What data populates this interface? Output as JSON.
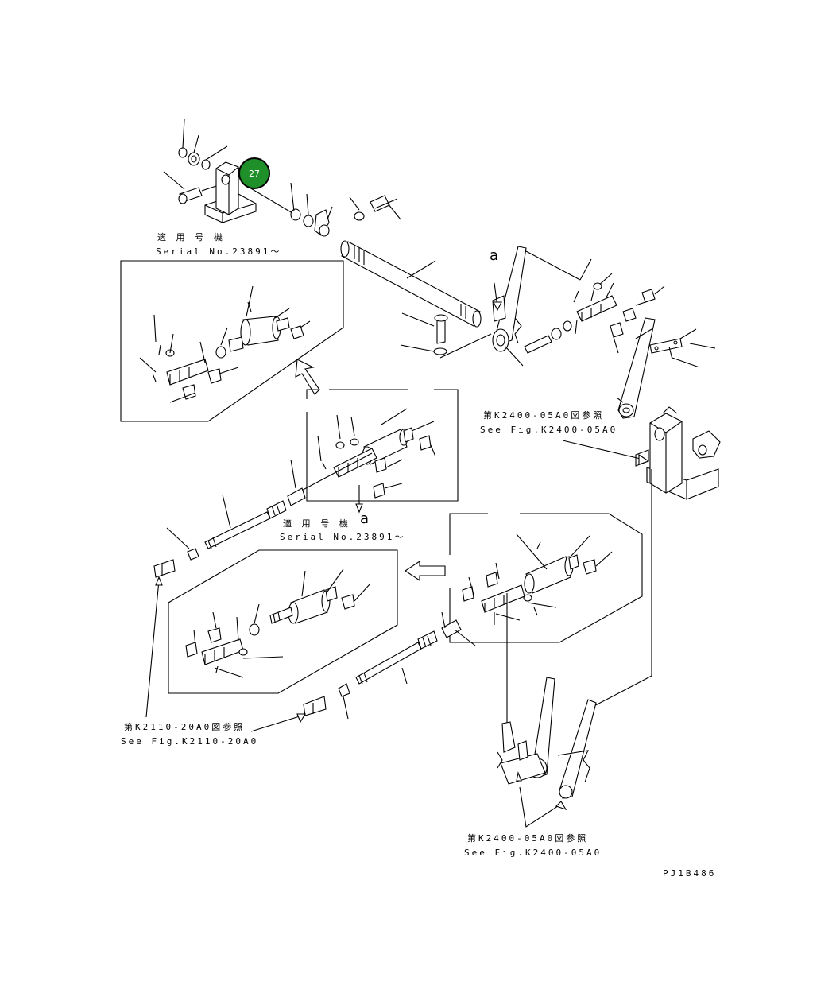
{
  "callout": {
    "number": "27",
    "color": "#1f8f2a"
  },
  "markers": {
    "a_top": "a",
    "a_mid": "a"
  },
  "notes": {
    "serial_top_jp": "適 用 号 機",
    "serial_top_en": "Serial No.23891～",
    "serial_mid_jp": "適 用 号 機",
    "serial_mid_en": "Serial No.23891～",
    "ref_right_jp": "第K2400-05A0図参照",
    "ref_right_en": "See Fig.K2400-05A0",
    "ref_left_jp": "第K2110-20A0図参照",
    "ref_left_en": "See Fig.K2110-20A0",
    "ref_bottom_jp": "第K2400-05A0図参照",
    "ref_bottom_en": "See Fig.K2400-05A0"
  },
  "drawing_code": "PJ1B486"
}
